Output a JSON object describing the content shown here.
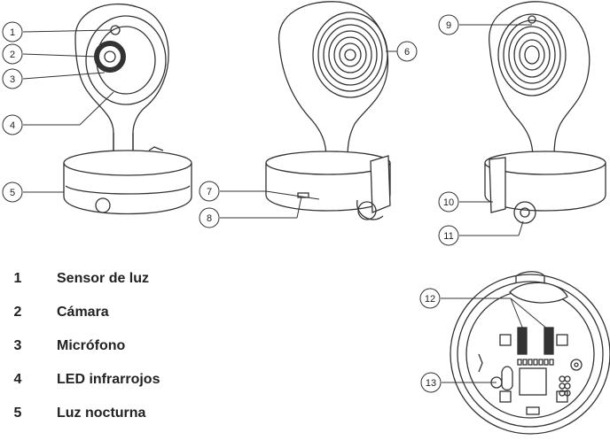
{
  "callouts": [
    "1",
    "2",
    "3",
    "4",
    "5",
    "6",
    "7",
    "8",
    "9",
    "10",
    "11",
    "12",
    "13"
  ],
  "legend": [
    {
      "num": "1",
      "label": "Sensor de luz"
    },
    {
      "num": "2",
      "label": "Cámara"
    },
    {
      "num": "3",
      "label": "Micrófono"
    },
    {
      "num": "4",
      "label": "LED infrarrojos"
    },
    {
      "num": "5",
      "label": "Luz nocturna"
    }
  ]
}
